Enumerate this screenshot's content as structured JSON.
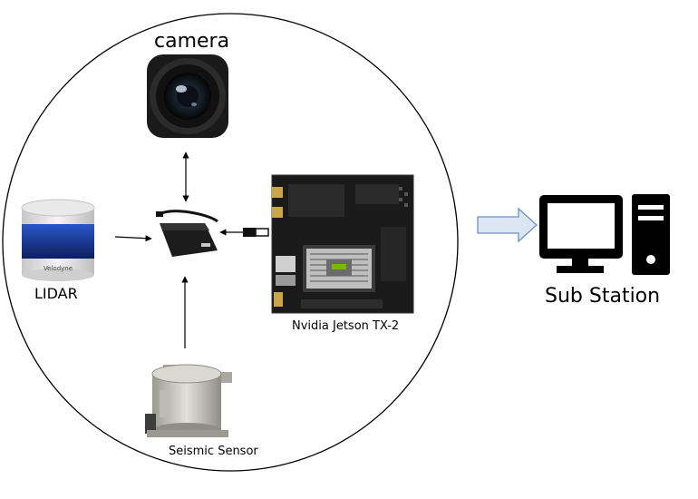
{
  "labels": {
    "camera": "camera",
    "lidar": "LIDAR",
    "lidar_brand": "Velodyne",
    "jetson": "Nvidia Jetson TX-2",
    "seismic": "Seismic Sensor",
    "sub_station": "Sub Station"
  },
  "icons": {
    "camera": "camera-icon",
    "lidar": "lidar-sensor-icon",
    "usb_hub": "usb-hub-icon",
    "jetson": "circuit-board-icon",
    "seismic": "seismic-sensor-icon",
    "link": "arrow-right-icon",
    "monitor": "monitor-icon",
    "tower": "computer-tower-icon"
  },
  "colors": {
    "lidar_blue": "#1c3a8c",
    "board_black": "#1a1a1a",
    "link_arrow_fill": "#dce6f2",
    "link_arrow_stroke": "#6f8fbf"
  }
}
